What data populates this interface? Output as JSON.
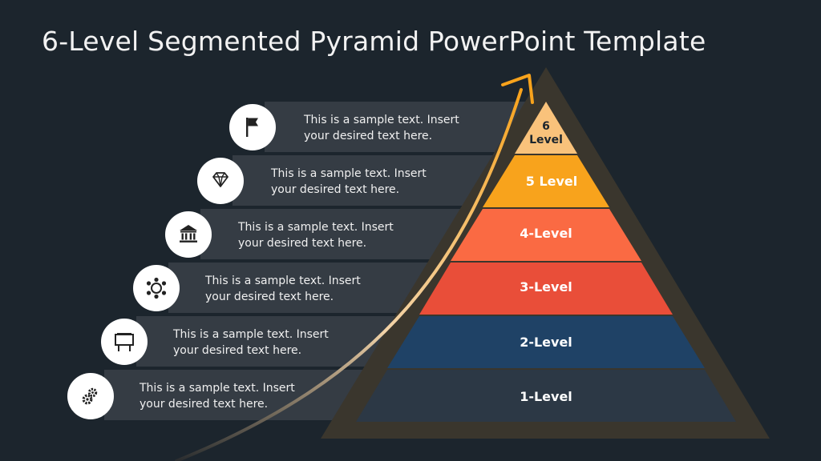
{
  "title": "6-Level Segmented Pyramid PowerPoint Template",
  "levels": [
    {
      "label": "1-Level",
      "color": "#2c3845",
      "text_line1": "This is a sample text. Insert",
      "text_line2": "your desired text here.",
      "icon": "gears-icon"
    },
    {
      "label": "2-Level",
      "color": "#1f4266",
      "text_line1": "This is a sample text. Insert",
      "text_line2": "your desired text here.",
      "icon": "billboard-icon"
    },
    {
      "label": "3-Level",
      "color": "#e94e39",
      "text_line1": "This is a sample text. Insert",
      "text_line2": "your desired text here.",
      "icon": "team-icon"
    },
    {
      "label": "4-Level",
      "color": "#fa6a43",
      "text_line1": "This is a sample text. Insert",
      "text_line2": "your desired text here.",
      "icon": "bank-icon"
    },
    {
      "label": "5 Level",
      "color": "#f8a31c",
      "text_line1": "This is a sample text. Insert",
      "text_line2": "your desired text here.",
      "icon": "diamond-icon"
    },
    {
      "label_line1": "6",
      "label_line2": "Level",
      "color": "#f9c27b",
      "text_line1": "This is a sample text. Insert",
      "text_line2": "your desired text here.",
      "icon": "flag-icon"
    }
  ]
}
